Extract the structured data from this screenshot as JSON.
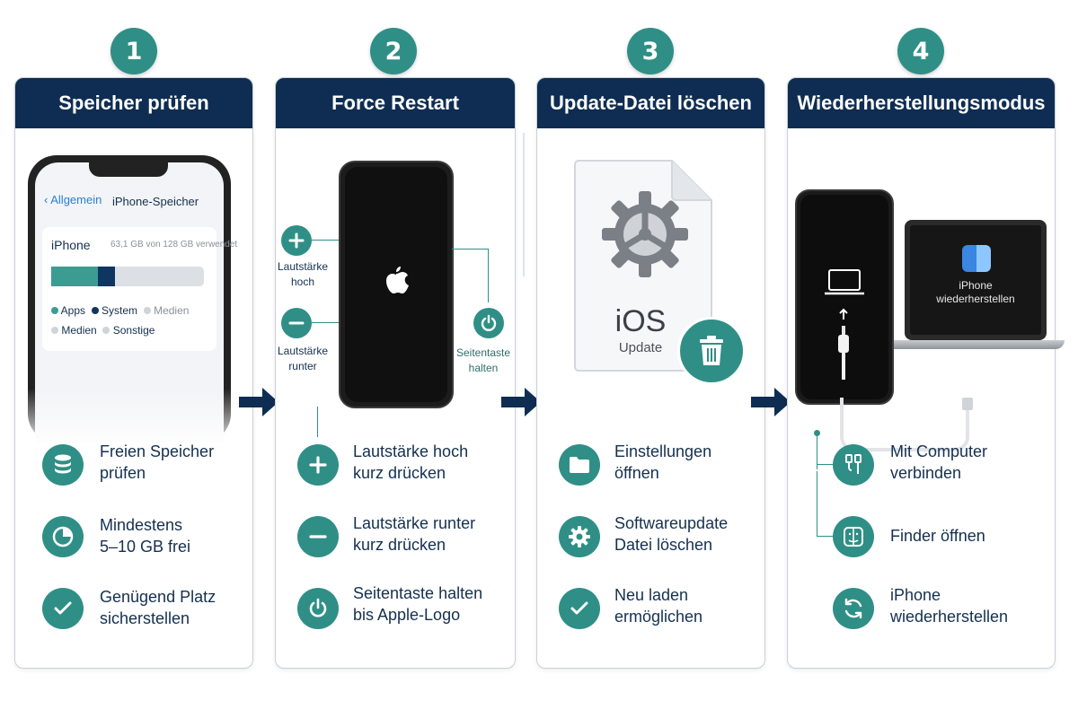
{
  "colors": {
    "teal": "#2f8f86",
    "navy": "#0f2d52",
    "text": "#14304f"
  },
  "panels": [
    {
      "number": "1",
      "title": "Speicher prüfen",
      "screen": {
        "back_label": "Allgemein",
        "title": "iPhone-Speicher",
        "device_name": "iPhone",
        "usage_text": "63,1 GB von 128 GB verwendet",
        "storage_used_fraction": 0.42,
        "legend": [
          "Apps",
          "System",
          "Medien",
          "Medien",
          "Sonstige"
        ]
      },
      "steps": [
        {
          "icon": "database-icon",
          "text": "Freien Speicher\nprüfen"
        },
        {
          "icon": "pie-chart-icon",
          "text": "Mindestens\n5–10 GB frei"
        },
        {
          "icon": "check-icon",
          "text": "Genügend Platz\nsicherstellen"
        }
      ]
    },
    {
      "number": "2",
      "title": "Force Restart",
      "labels": {
        "volume_up": "Lautstärke\nhoch",
        "volume_down": "Lautstärke\nrunter",
        "side": "Seitentaste\nhalten"
      },
      "steps": [
        {
          "icon": "plus-icon",
          "text": "Lautstärke hoch\nkurz drücken"
        },
        {
          "icon": "minus-icon",
          "text": "Lautstärke runter\nkurz drücken"
        },
        {
          "icon": "power-icon",
          "text": "Seitentaste halten\nbis Apple-Logo"
        }
      ]
    },
    {
      "number": "3",
      "title": "Update-Datei löschen",
      "file": {
        "title": "iOS",
        "subtitle": "Update"
      },
      "steps": [
        {
          "icon": "folder-icon",
          "text": "Einstellungen\nöffnen"
        },
        {
          "icon": "gear-icon",
          "text": "Softwareupdate\nDatei löschen"
        },
        {
          "icon": "check-icon",
          "text": "Neu laden\nermöglichen"
        }
      ]
    },
    {
      "number": "4",
      "title": "Wiederherstellungsmodus",
      "laptop_text": "iPhone\nwiederherstellen",
      "steps": [
        {
          "icon": "cable-icon",
          "text": "Mit Computer\nverbinden"
        },
        {
          "icon": "finder-icon",
          "text": "Finder öffnen"
        },
        {
          "icon": "restore-icon",
          "text": "iPhone\nwiederherstellen"
        }
      ]
    }
  ]
}
